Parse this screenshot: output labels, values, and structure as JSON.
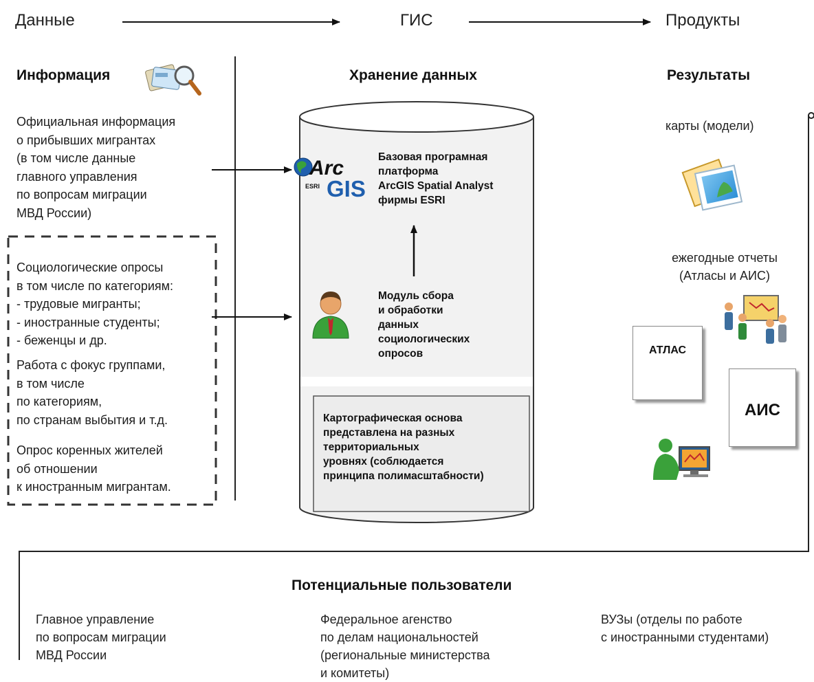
{
  "flow": {
    "data_label": "Данные",
    "gis_label": "ГИС",
    "products_label": "Продукты"
  },
  "left": {
    "title": "Информация",
    "official_info": "Официальная информация\nо прибывших мигрантах\n(в том числе данные\nглавного управления\nпо вопросам миграции\nМВД России)",
    "surveys": "Социологические опросы\nв том числе по категориям:\n- трудовые мигранты;\n- иностранные студенты;\n- беженцы и др.",
    "focus_groups": "Работа с фокус группами,\nв том числе\nпо категориям,\nпо странам выбытия и т.д.",
    "natives_survey": "Опрос коренных жителей\nоб отношении\nк иностранным мигрантам."
  },
  "center": {
    "title": "Хранение данных",
    "arcgis_logo_arc": "Arc",
    "arcgis_logo_gis": "GIS",
    "arcgis_logo_esri": "ESRI",
    "platform_text": "Базовая програмная\nплатформа\nArcGIS Spatial Analyst\nфирмы ESRI",
    "module_text": "Модуль сбора\nи обработки\nданных\nсоциологических\nопросов",
    "cartography_text": "Картографическая основа\nпредставлена на разных\nтерриториальных\nуровнях (соблюдается\nпринципа полимасштабности)"
  },
  "right": {
    "title": "Результаты",
    "maps_label": "карты (модели)",
    "reports_label": "ежегодные отчеты\n(Атласы и АИС)",
    "atlas_label": "АТЛАС",
    "ais_label": "АИС"
  },
  "users": {
    "title": "Потенциальные пользователи",
    "user1": "Главное управление\nпо вопросам миграции\nМВД России",
    "user2": "Федеральное агенство\nпо делам национальностей\n(региональные министерства\nи комитеты)",
    "user3": "ВУЗы (отделы по работе\nс иностранными студентами)"
  },
  "colors": {
    "arc_blue": "#1f5fae",
    "person_green": "#3aa13a",
    "tie_red": "#c0272d",
    "cylinder_fill": "#f2f2f2"
  }
}
